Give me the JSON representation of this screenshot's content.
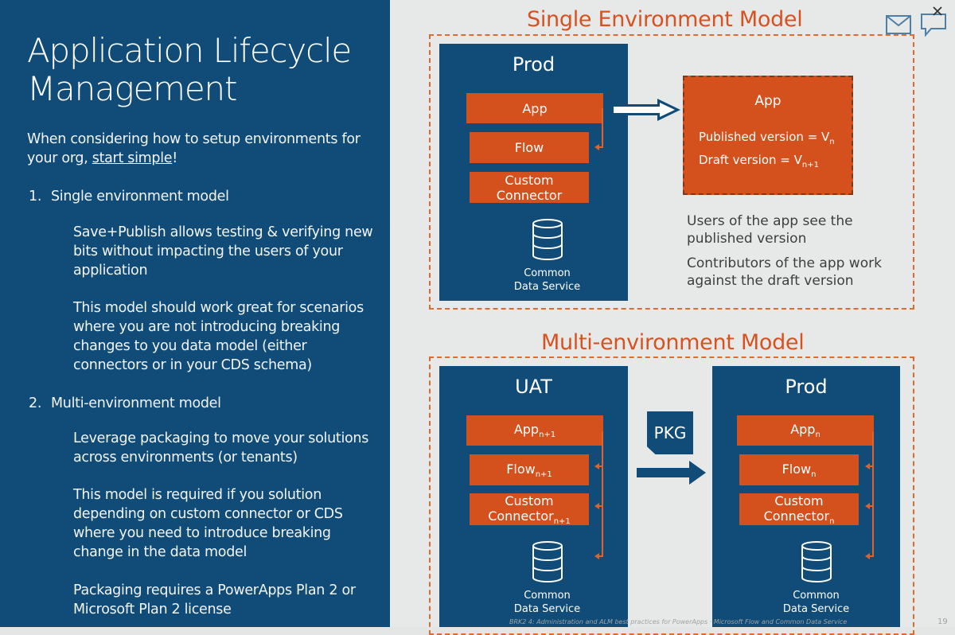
{
  "left": {
    "title_lines": [
      "Application Lifecycle",
      "Management"
    ],
    "intro_pre": "When considering how to setup environments for your org, ",
    "intro_link": "start simple",
    "intro_post": "!",
    "item1_num": "1.",
    "item1_title": "Single environment model",
    "item1_p1": "Save+Publish allows testing & verifying new bits without impacting the users of your application",
    "item1_p2": "This model should work great for scenarios where you are not introducing breaking changes to you data model (either connectors or in your CDS schema)",
    "item2_num": "2.",
    "item2_title": "Multi-environment model",
    "item2_p1": "Leverage packaging to move your solutions across environments (or tenants)",
    "item2_p2": "This model is required if you solution depending on custom connector or CDS where you need to introduce breaking change in the data model",
    "item2_p3": "Packaging requires a PowerApps Plan 2 or Microsoft Plan 2 license"
  },
  "single": {
    "title": "Single Environment Model",
    "env_title": "Prod",
    "app": "App",
    "flow": "Flow",
    "connector_line1": "Custom",
    "connector_line2": "Connector",
    "db_line1": "Common",
    "db_line2": "Data Service",
    "pub_title": "App",
    "pub_line1": "Published version = V",
    "pub_line1_sub": "n",
    "pub_line2": "Draft version = V",
    "pub_line2_sub": "n+1",
    "note1": "Users of the app see the published version",
    "note2": "Contributors of the app work against the draft version"
  },
  "multi": {
    "title": "Multi-environment Model",
    "uat": {
      "title": "UAT",
      "app": "App",
      "app_sub": "n+1",
      "flow": "Flow",
      "flow_sub": "n+1",
      "connector_line1": "Custom",
      "connector_line2": "Connector",
      "connector_sub": "n+1",
      "db_line1": "Common",
      "db_line2": "Data Service"
    },
    "pkg": "PKG",
    "prod": {
      "title": "Prod",
      "app": "App",
      "app_sub": "n",
      "flow": "Flow",
      "flow_sub": "n",
      "connector_line1": "Custom",
      "connector_line2": "Connector",
      "connector_sub": "n",
      "db_line1": "Common",
      "db_line2": "Data Service"
    }
  },
  "footer": "BRK2 4: Administration and ALM best practices for PowerApps · Microsoft Flow and Common Data Service",
  "page_number": "19",
  "colors": {
    "navy": "#104c77",
    "orange": "#d4501d",
    "orange_title": "#d8511f",
    "dashed": "#e16a2e",
    "panel": "#e7e9e8"
  },
  "icons": [
    "envelope-icon",
    "chat-icon",
    "close-icon",
    "database-icon",
    "arrow-right-icon"
  ]
}
